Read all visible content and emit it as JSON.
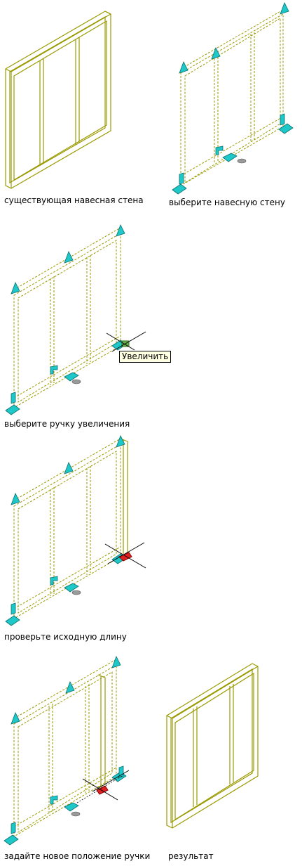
{
  "captions": {
    "existing_wall": "существующая навесная стена",
    "select_wall": "выберите навесную стену",
    "select_grip": "выберите ручку увеличения",
    "check_length": "проверьте исходную длину",
    "set_position": "задайте новое положение ручки",
    "result": "результат"
  },
  "tooltip": "Увеличить",
  "colors": {
    "frame": "#9a9a00",
    "grip": "#1ec8c8",
    "grip_stroke": "#0a6e6e",
    "cursor": "#000000",
    "active_grip": "#e02020",
    "anchor": "#9a9a9a"
  }
}
